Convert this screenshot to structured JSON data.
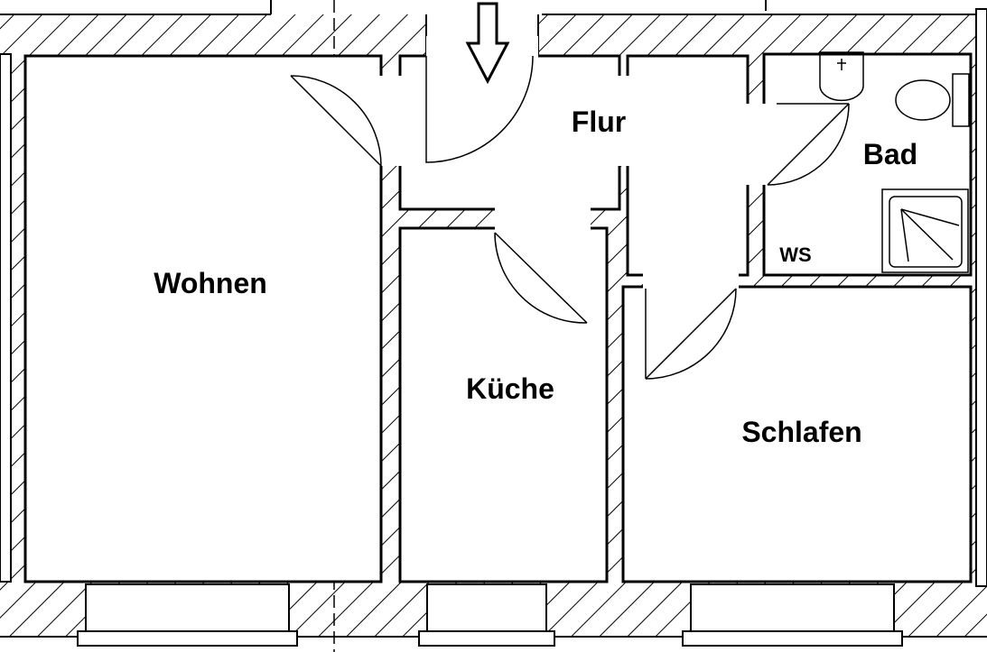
{
  "plan": {
    "rooms": {
      "wohnen": "Wohnen",
      "flur": "Flur",
      "bad": "Bad",
      "ws": "WS",
      "kueche": "Küche",
      "schlafen": "Schlafen"
    },
    "entrance_icon": "arrow-down-icon"
  }
}
